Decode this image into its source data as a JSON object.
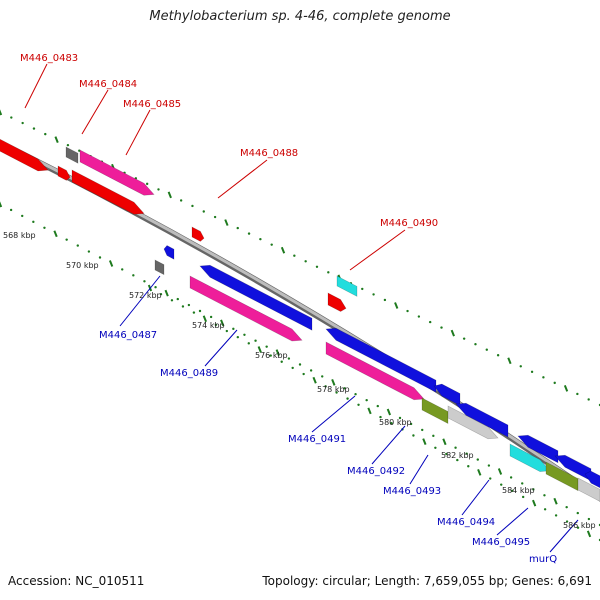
{
  "title": "Methylobacterium sp. 4-46, complete genome",
  "footer": {
    "accession": "Accession: NC_010511",
    "summary": "Topology: circular; Length: 7,659,055 bp; Genes: 6,691"
  },
  "colors": {
    "backbone": "#888888",
    "ruler": "#1e7a1e",
    "label_forward": "#cc0000",
    "label_reverse": "#0000bb",
    "red": "#ee0000",
    "pink": "#ee1e9a",
    "blue": "#1010dd",
    "cyan": "#22dddd",
    "gray": "#666666",
    "olive": "#779922",
    "light_gray": "#cccccc"
  },
  "kbp_ticks": [
    "568 kbp",
    "570 kbp",
    "572 kbp",
    "574 kbp",
    "576 kbp",
    "578 kbp",
    "580 kbp",
    "582 kbp",
    "584 kbp",
    "586 kbp"
  ],
  "genes_forward": [
    {
      "name": "M446_0483",
      "color": "red"
    },
    {
      "name": "M446_0484",
      "color": "gray"
    },
    {
      "name": "M446_0485",
      "color": "pink"
    },
    {
      "name": "M446_0488",
      "color": "red"
    },
    {
      "name": "M446_0490",
      "color": "cyan"
    }
  ],
  "genes_reverse": [
    {
      "name": "M446_0487",
      "color": "blue"
    },
    {
      "name": "M446_0489",
      "color": "blue"
    },
    {
      "name": "M446_0491",
      "color": "blue"
    },
    {
      "name": "M446_0492",
      "color": "blue"
    },
    {
      "name": "M446_0493",
      "color": "light_gray"
    },
    {
      "name": "M446_0494",
      "color": "blue"
    },
    {
      "name": "M446_0495",
      "color": "blue"
    },
    {
      "name": "murQ",
      "color": "blue"
    }
  ]
}
